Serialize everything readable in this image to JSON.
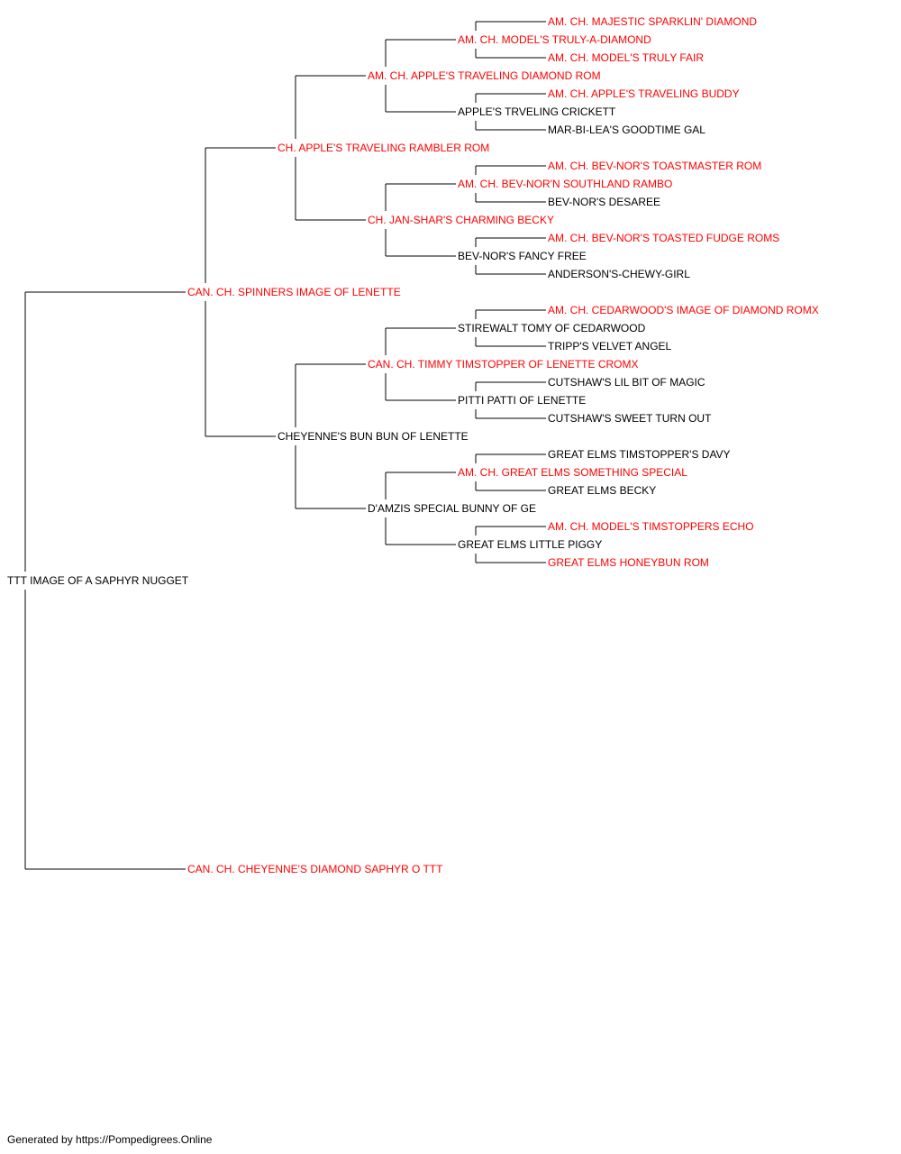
{
  "colors": {
    "champion": "#ff0000",
    "regular": "#000000",
    "line": "#000000"
  },
  "pedigree": {
    "subject": {
      "name": "TTT IMAGE OF A SAPHYR NUGGET",
      "champion": false
    },
    "sire": {
      "name": "CAN. CH. SPINNERS IMAGE OF LENETTE",
      "champion": true,
      "sire": {
        "name": "CH. APPLE'S TRAVELING RAMBLER ROM",
        "champion": true,
        "sire": {
          "name": "AM. CH. APPLE'S TRAVELING DIAMOND ROM",
          "champion": true,
          "sire": {
            "name": "AM. CH. MODEL'S TRULY-A-DIAMOND",
            "champion": true,
            "sire": {
              "name": "AM. CH. MAJESTIC SPARKLIN' DIAMOND",
              "champion": true
            },
            "dam": {
              "name": "AM. CH. MODEL'S TRULY FAIR",
              "champion": true
            }
          },
          "dam": {
            "name": "APPLE'S TRVELING CRICKETT",
            "champion": false,
            "sire": {
              "name": "AM. CH. APPLE'S TRAVELING BUDDY",
              "champion": true
            },
            "dam": {
              "name": "MAR-BI-LEA'S GOODTIME GAL",
              "champion": false
            }
          }
        },
        "dam": {
          "name": "CH. JAN-SHAR'S CHARMING BECKY",
          "champion": true,
          "sire": {
            "name": "AM. CH. BEV-NOR'N SOUTHLAND RAMBO",
            "champion": true,
            "sire": {
              "name": "AM. CH. BEV-NOR'S TOASTMASTER ROM",
              "champion": true
            },
            "dam": {
              "name": "BEV-NOR'S DESAREE",
              "champion": false
            }
          },
          "dam": {
            "name": "BEV-NOR'S FANCY FREE",
            "champion": false,
            "sire": {
              "name": "AM. CH. BEV-NOR'S TOASTED FUDGE ROMS",
              "champion": true
            },
            "dam": {
              "name": "ANDERSON'S-CHEWY-GIRL",
              "champion": false
            }
          }
        }
      },
      "dam": {
        "name": "CHEYENNE'S BUN BUN OF LENETTE",
        "champion": false,
        "sire": {
          "name": "CAN. CH. TIMMY TIMSTOPPER OF LENETTE CROMX",
          "champion": true,
          "sire": {
            "name": "STIREWALT TOMY OF CEDARWOOD",
            "champion": false,
            "sire": {
              "name": "AM. CH. CEDARWOOD'S IMAGE OF DIAMOND ROMX",
              "champion": true
            },
            "dam": {
              "name": "TRIPP'S VELVET ANGEL",
              "champion": false
            }
          },
          "dam": {
            "name": "PITTI PATTI OF LENETTE",
            "champion": false,
            "sire": {
              "name": "CUTSHAW'S LIL BIT OF MAGIC",
              "champion": false
            },
            "dam": {
              "name": "CUTSHAW'S SWEET TURN OUT",
              "champion": false
            }
          }
        },
        "dam": {
          "name": "D'AMZIS SPECIAL BUNNY OF GE",
          "champion": false,
          "sire": {
            "name": "AM. CH. GREAT ELMS SOMETHING SPECIAL",
            "champion": true,
            "sire": {
              "name": "GREAT ELMS TIMSTOPPER'S DAVY",
              "champion": false
            },
            "dam": {
              "name": "GREAT ELMS BECKY",
              "champion": false
            }
          },
          "dam": {
            "name": "GREAT ELMS LITTLE PIGGY",
            "champion": false,
            "sire": {
              "name": "AM. CH. MODEL'S TIMSTOPPERS ECHO",
              "champion": true
            },
            "dam": {
              "name": "GREAT ELMS HONEYBUN ROM",
              "champion": true
            }
          }
        }
      }
    },
    "dam": {
      "name": "CAN. CH. CHEYENNE'S DIAMOND SAPHYR O TTT",
      "champion": true
    }
  },
  "footer": {
    "text": "Generated by https://Pompedigrees.Online"
  }
}
